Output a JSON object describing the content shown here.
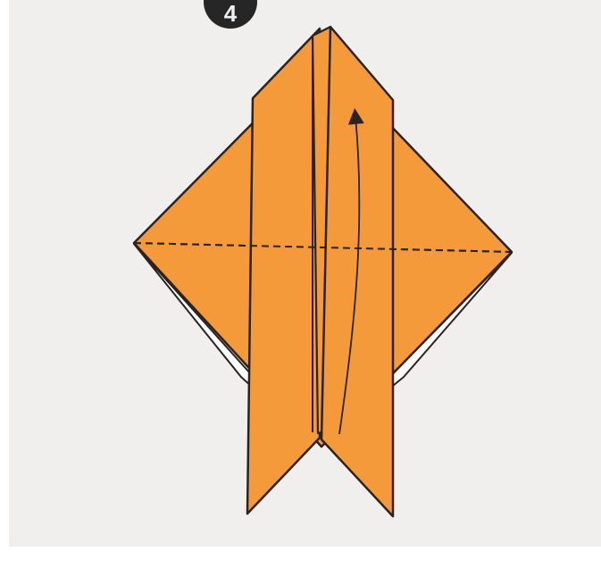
{
  "step": {
    "number": "4"
  },
  "diagram": {
    "paper_color": "#f59a3b",
    "outline_color": "#2a2320",
    "background_color": "#f1efee",
    "fold_line": "dashed",
    "arrow_direction": "up"
  }
}
